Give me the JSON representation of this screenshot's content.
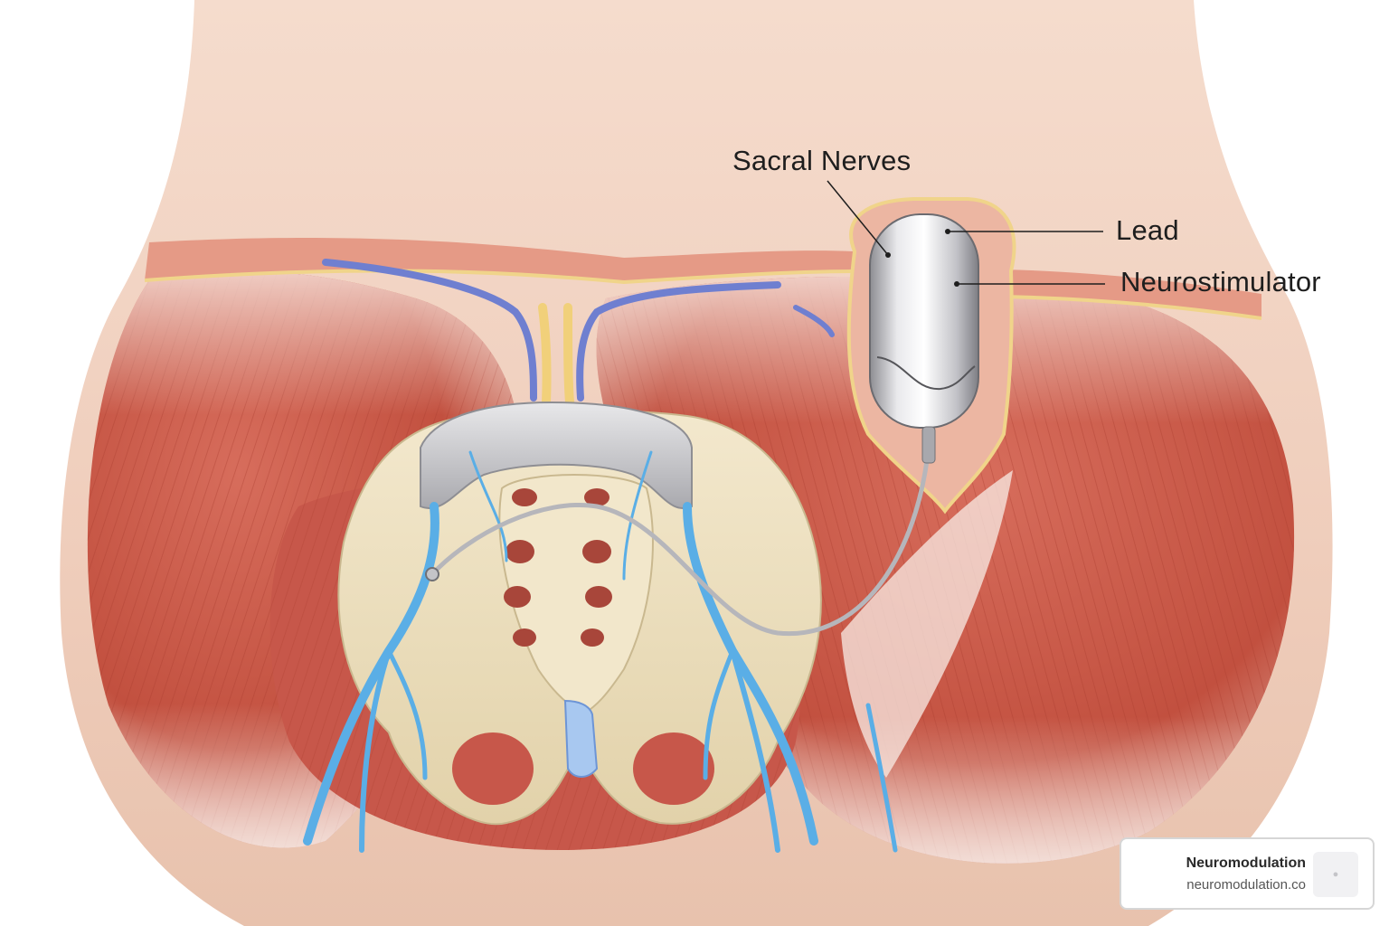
{
  "labels": {
    "sacral_nerves": "Sacral Nerves",
    "lead": "Lead",
    "neurostimulator": "Neurostimulator"
  },
  "watermark": {
    "title": "Neuromodulation",
    "url": "neuromodulation.co",
    "thumb_icon": "brand-logo-icon"
  },
  "colors": {
    "skin": "#f1d3c3",
    "muscle": "#c9594a",
    "bone": "#ecdfbf",
    "nerve": "#5aaee6",
    "device": "#c9c9cd"
  }
}
